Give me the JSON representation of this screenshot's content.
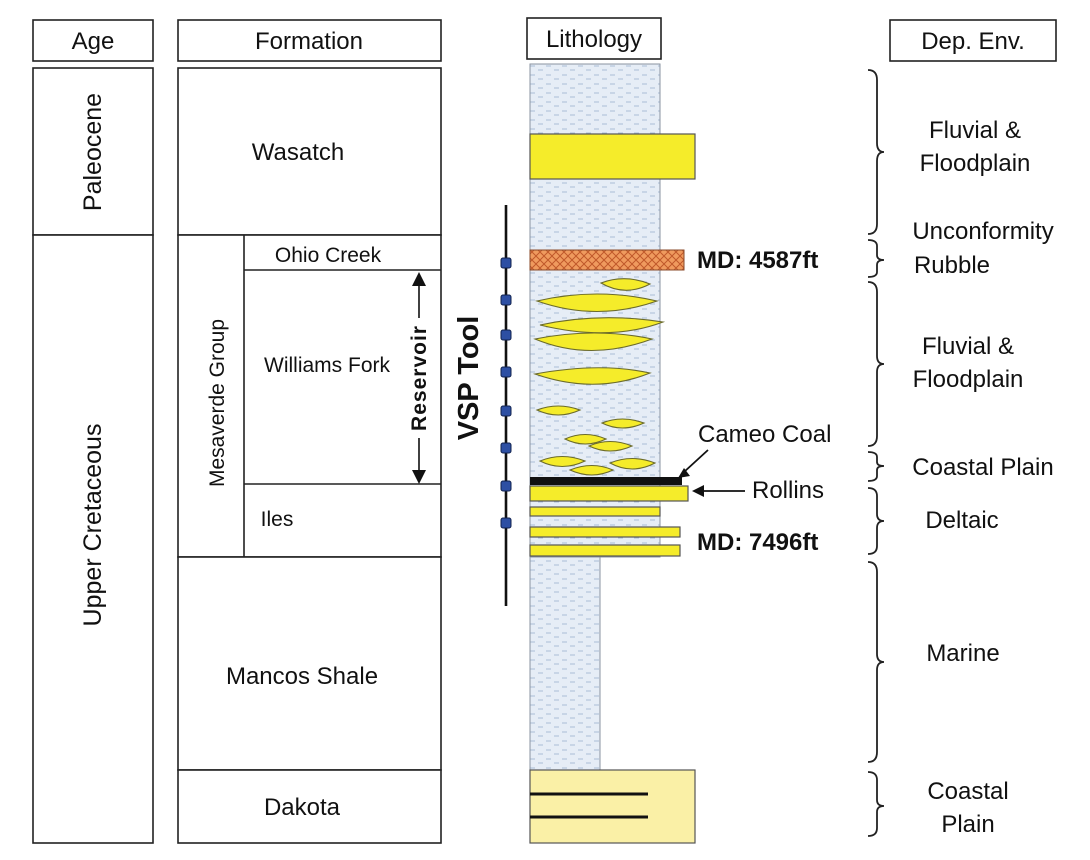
{
  "headers": {
    "age": "Age",
    "formation": "Formation",
    "lithology": "Lithology",
    "dep_env": "Dep. Env."
  },
  "ages": {
    "paleocene": "Paleocene",
    "upper_cretaceous": "Upper Cretaceous"
  },
  "formations": {
    "wasatch": "Wasatch",
    "mesaverde_group": "Mesaverde Group",
    "ohio_creek": "Ohio Creek",
    "williams_fork": "Williams Fork",
    "iles": "Iles",
    "mancos_shale": "Mancos Shale",
    "dakota": "Dakota"
  },
  "annotations": {
    "reservoir": "Reservoir",
    "vsp_tool": "VSP Tool",
    "md_top": "MD: 4587ft",
    "md_bottom": "MD: 7496ft",
    "cameo_coal": "Cameo Coal",
    "rollins": "Rollins"
  },
  "environments": {
    "fluvial_1": [
      "Fluvial &",
      "Floodplain"
    ],
    "unconformity": [
      "Unconformity",
      "Rubble"
    ],
    "fluvial_2": [
      "Fluvial &",
      "Floodplain"
    ],
    "coastal_plain_1": "Coastal Plain",
    "deltaic": "Deltaic",
    "marine": "Marine",
    "coastal_plain_2": [
      "Coastal",
      "Plain"
    ]
  },
  "colors": {
    "sandstone": "#f5ec2a",
    "shale_fill": "#e8eef6",
    "rubble": "#e8874a",
    "coal": "#111111",
    "tool_node": "#2d4fa3",
    "dakota_sand": "#faf0a6"
  }
}
